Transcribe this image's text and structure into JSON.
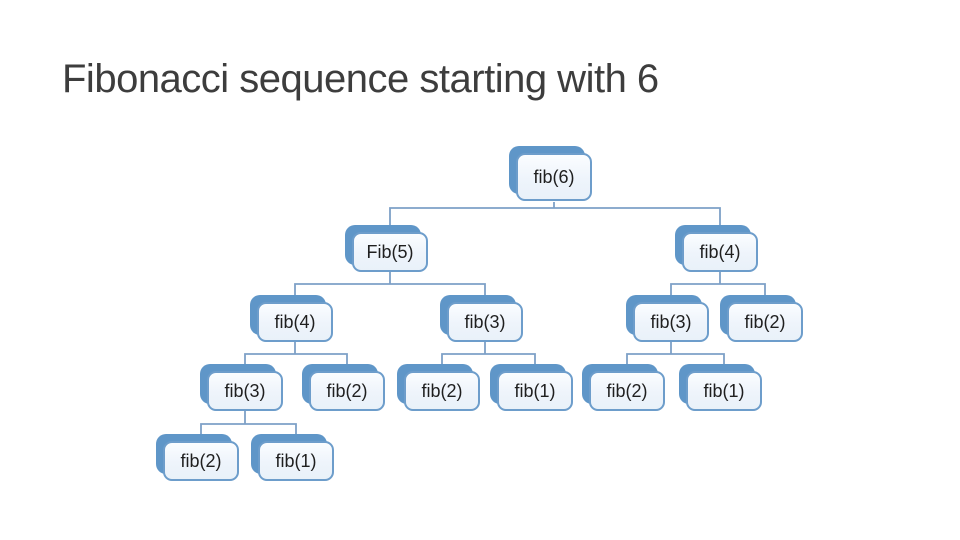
{
  "slide": {
    "title": "Fibonacci sequence starting with 6",
    "colors": {
      "background": "#ffffff",
      "title_text": "#3d3d3d",
      "node_back_card": "#5f96c8",
      "node_border": "#6d9dcb",
      "node_fill_top": "#fbfdff",
      "node_fill_bottom": "#e9f1f9",
      "node_text": "#1f1f1f",
      "connector": "#7da0c7"
    }
  },
  "tree": {
    "description": "Recursion call tree of fib(6)",
    "nodes": [
      {
        "label": "fib(6)",
        "level": 1
      },
      {
        "label": "Fib(5)",
        "level": 2
      },
      {
        "label": "fib(4)",
        "level": 2
      },
      {
        "label": "fib(4)",
        "level": 3
      },
      {
        "label": "fib(3)",
        "level": 3
      },
      {
        "label": "fib(3)",
        "level": 3
      },
      {
        "label": "fib(2)",
        "level": 3
      },
      {
        "label": "fib(3)",
        "level": 4
      },
      {
        "label": "fib(2)",
        "level": 4
      },
      {
        "label": "fib(2)",
        "level": 4
      },
      {
        "label": "fib(1)",
        "level": 4
      },
      {
        "label": "fib(2)",
        "level": 4
      },
      {
        "label": "fib(1)",
        "level": 4
      },
      {
        "label": "fib(2)",
        "level": 5
      },
      {
        "label": "fib(1)",
        "level": 5
      }
    ],
    "edges": [
      [
        0,
        1
      ],
      [
        0,
        2
      ],
      [
        1,
        3
      ],
      [
        1,
        4
      ],
      [
        2,
        5
      ],
      [
        2,
        6
      ],
      [
        3,
        7
      ],
      [
        3,
        8
      ],
      [
        4,
        9
      ],
      [
        4,
        10
      ],
      [
        5,
        11
      ],
      [
        5,
        12
      ],
      [
        7,
        13
      ],
      [
        7,
        14
      ]
    ]
  }
}
